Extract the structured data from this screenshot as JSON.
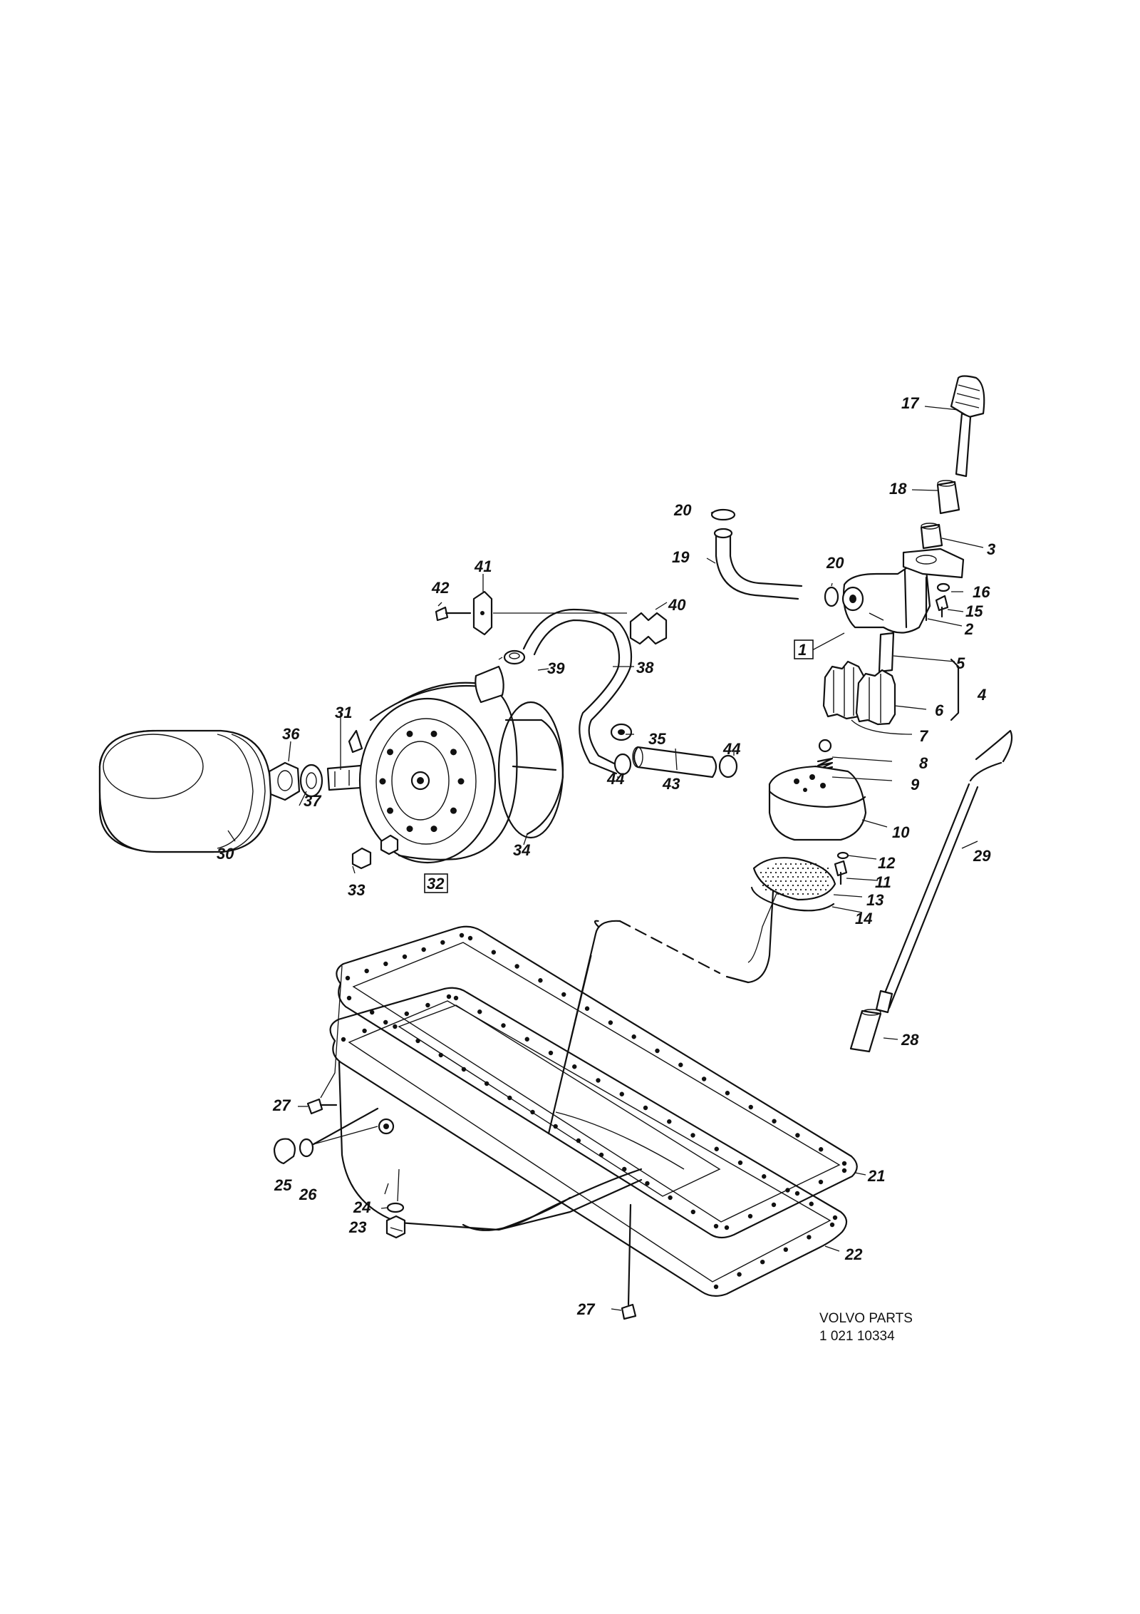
{
  "diagram": {
    "labels": [
      "1",
      "2",
      "3",
      "4",
      "5",
      "6",
      "7",
      "8",
      "9",
      "10",
      "11",
      "12",
      "13",
      "14",
      "15",
      "16",
      "17",
      "18",
      "19",
      "20",
      "20",
      "21",
      "22",
      "23",
      "24",
      "25",
      "26",
      "27",
      "27",
      "28",
      "29",
      "30",
      "31",
      "32",
      "33",
      "34",
      "35",
      "36",
      "37",
      "38",
      "39",
      "40",
      "41",
      "42",
      "43",
      "44",
      "44"
    ],
    "boxed_labels": [
      "1",
      "32"
    ]
  },
  "credit": {
    "line1": "VOLVO PARTS",
    "line2": "1 021 10334"
  }
}
